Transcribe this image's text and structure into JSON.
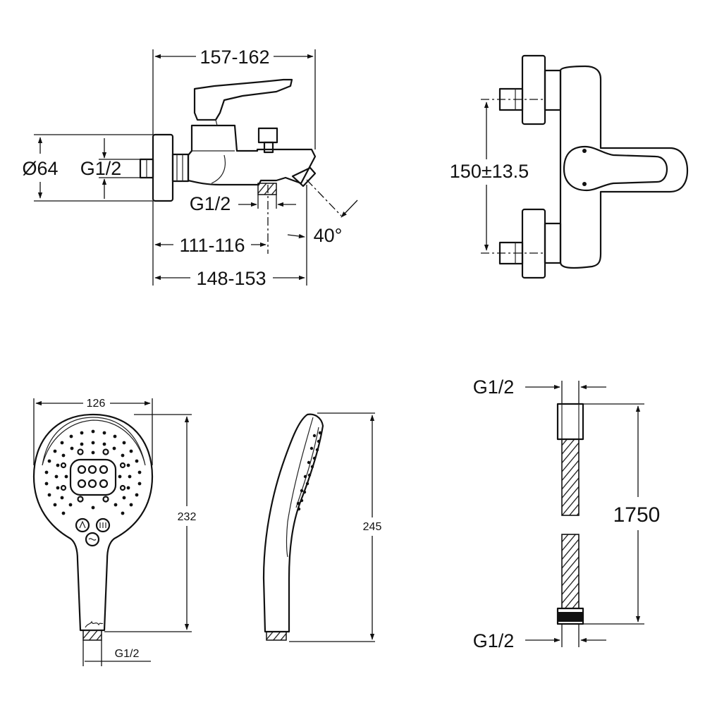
{
  "mixer_side": {
    "width_overall": "157-162",
    "body_diameter": "Ø64",
    "inlet_thread": "G1/2",
    "outlet_thread": "G1/2",
    "outlet_offset": "111-116",
    "spout_reach": "148-153",
    "spout_angle": "40°"
  },
  "mixer_top": {
    "inlet_centers": "150±13.5"
  },
  "handshower_front": {
    "head_width": "126",
    "length": "232",
    "connection_thread": "G1/2"
  },
  "handshower_side": {
    "length": "245"
  },
  "hose": {
    "top_thread": "G1/2",
    "length": "1750",
    "bottom_thread": "G1/2"
  }
}
